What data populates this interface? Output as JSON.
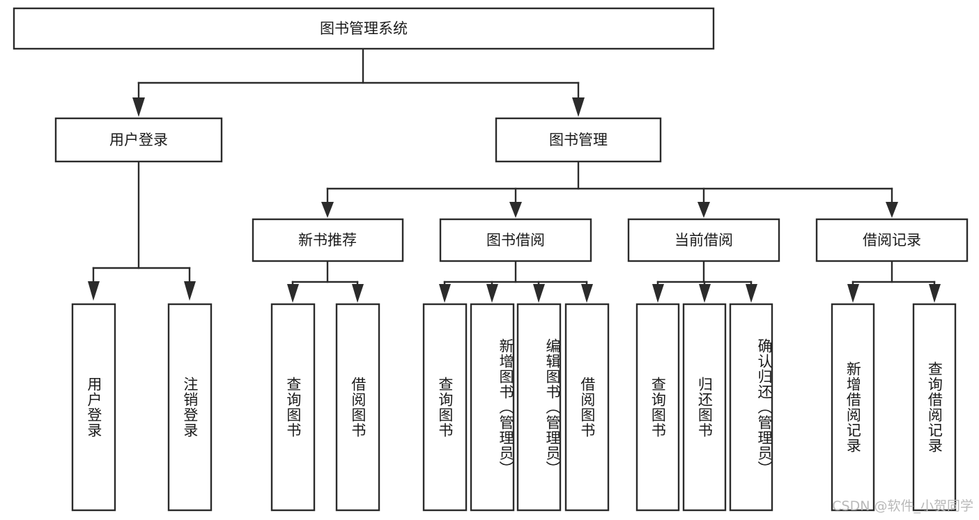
{
  "diagram": {
    "kind": "tree-hierarchy-chart",
    "root": {
      "label": "图书管理系统"
    },
    "level2": [
      {
        "label": "用户登录"
      },
      {
        "label": "图书管理"
      }
    ],
    "level3": [
      {
        "label": "新书推荐"
      },
      {
        "label": "图书借阅"
      },
      {
        "label": "当前借阅"
      },
      {
        "label": "借阅记录"
      }
    ],
    "leaves": {
      "user_login": [
        {
          "label": "用户登录"
        },
        {
          "label": "注销登录"
        }
      ],
      "new_book_recommend": [
        {
          "label": "查询图书"
        },
        {
          "label": "借阅图书"
        }
      ],
      "book_borrow": [
        {
          "label": "查询图书"
        },
        {
          "label": "新增图书（管理员）"
        },
        {
          "label": "编辑图书（管理员）"
        },
        {
          "label": "借阅图书"
        }
      ],
      "current_borrow": [
        {
          "label": "查询图书"
        },
        {
          "label": "归还图书"
        },
        {
          "label": "确认归还（管理员）"
        }
      ],
      "borrow_record": [
        {
          "label": "新增借阅记录"
        },
        {
          "label": "查询借阅记录"
        }
      ]
    }
  },
  "watermark": {
    "text": "CSDN @软件_小贺同学"
  },
  "colors": {
    "stroke": "#2b2b2b",
    "box_fill": "#ffffff",
    "text": "#1a1a1a",
    "watermark": "#b9b9b9",
    "background": "#ffffff"
  }
}
